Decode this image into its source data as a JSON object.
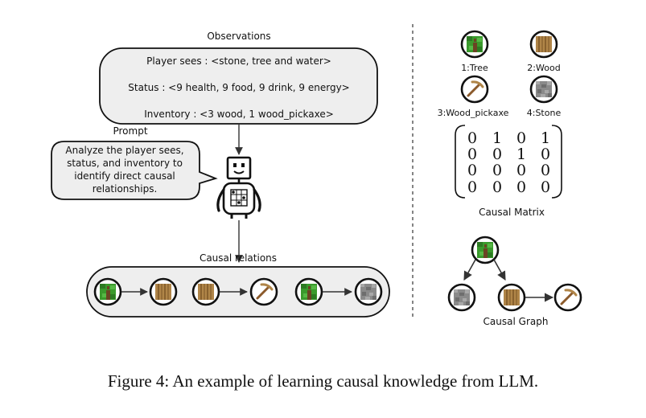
{
  "observations": {
    "title": "Observations",
    "lines": [
      "Player sees : <stone, tree and water>",
      "Status : <9 health, 9 food, 9 drink, 9 energy>",
      "Inventory : <3 wood, 1 wood_pickaxe>"
    ]
  },
  "prompt": {
    "title": "Prompt",
    "lines": [
      "Analyze the player sees,",
      "status, and inventory to",
      "identify direct causal",
      "relationships."
    ]
  },
  "causal_relations": {
    "title": "Causal relations",
    "chain": [
      "tree-icon",
      "wood-icon",
      "wood-icon",
      "pickaxe-icon",
      "tree-icon",
      "stone-icon"
    ]
  },
  "legend": {
    "items": [
      {
        "label": "1:Tree",
        "icon": "tree-icon"
      },
      {
        "label": "2:Wood",
        "icon": "wood-icon"
      },
      {
        "label": "3:Wood_pickaxe",
        "icon": "pickaxe-icon"
      },
      {
        "label": "4:Stone",
        "icon": "stone-icon"
      }
    ]
  },
  "causal_matrix": {
    "label": "Causal Matrix",
    "rows": [
      [
        "0",
        "1",
        "0",
        "1"
      ],
      [
        "0",
        "0",
        "1",
        "0"
      ],
      [
        "0",
        "0",
        "0",
        "0"
      ],
      [
        "0",
        "0",
        "0",
        "0"
      ]
    ]
  },
  "causal_graph": {
    "label": "Causal Graph",
    "nodes": [
      "tree-icon",
      "stone-icon",
      "wood-icon",
      "pickaxe-icon"
    ]
  },
  "caption": "Figure 4: An example of learning causal knowledge from LLM.",
  "colors": {
    "bubble_fill": "#eeeeee",
    "tree_green": "#3a9a2c",
    "wood_brown": "#b08548",
    "stone_gray": "#8a8a8a",
    "pickaxe_handle": "#8b5a2b"
  }
}
